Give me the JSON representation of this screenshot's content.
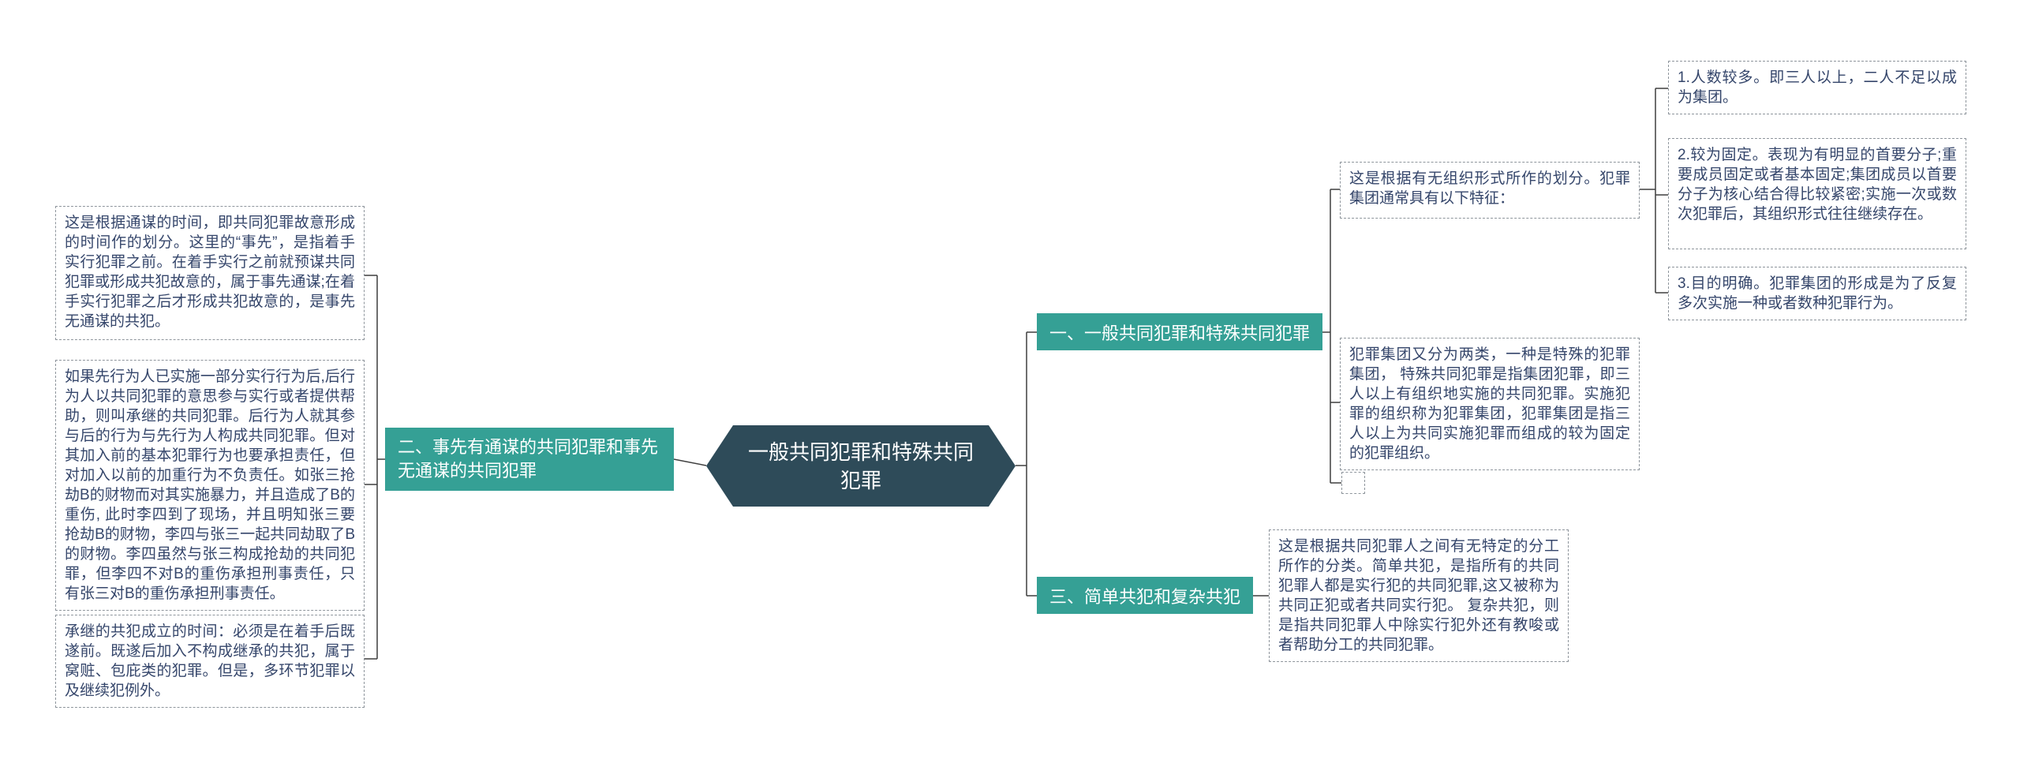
{
  "palette": {
    "branch_teal": "#35a095",
    "central_dark": "#2e4b59",
    "note_text": "#35466b",
    "note_border": "#8e959c",
    "connector_line": "#3f3f3f",
    "background": "#ffffff"
  },
  "central": {
    "title": "一般共同犯罪和特殊共同犯罪"
  },
  "branches": {
    "two": {
      "label": "二、事先有通谋的共同犯罪和事先无通谋的共同犯罪",
      "notes": [
        "这是根据通谋的时间，即共同犯罪故意形成的时间作的划分。这里的“事先”，是指着手实行犯罪之前。在着手实行之前就预谋共同犯罪或形成共犯故意的，属于事先通谋;在着手实行犯罪之后才形成共犯故意的，是事先无通谋的共犯。",
        "如果先行为人已实施一部分实行行为后,后行为人以共同犯罪的意思参与实行或者提供帮助，则叫承继的共同犯罪。后行为人就其参与后的行为与先行为人构成共同犯罪。但对其加入前的基本犯罪行为也要承担责任，但对加入以前的加重行为不负责任。如张三抢劫B的财物而对其实施暴力，并且造成了B的重伤, 此时李四到了现场，并且明知张三要抢劫B的财物，李四与张三一起共同劫取了B的财物。李四虽然与张三构成抢劫的共同犯罪，但李四不对B的重伤承担刑事责任，只有张三对B的重伤承担刑事责任。",
        "承继的共犯成立的时间：必须是在着手后既遂前。既遂后加入不构成继承的共犯，属于窝赃、包庇类的犯罪。但是，多环节犯罪以及继续犯例外。"
      ]
    },
    "one": {
      "label": "一、一般共同犯罪和特殊共同犯罪",
      "division_note": "这是根据有无组织形式所作的划分。犯罪集团通常具有以下特征：",
      "features": [
        "1.人数较多。即三人以上，二人不足以成为集团。",
        "2.较为固定。表现为有明显的首要分子;重要成员固定或者基本固定;集团成员以首要分子为核心结合得比较紧密;实施一次或数次犯罪后，其组织形式往往继续存在。",
        "3.目的明确。犯罪集团的形成是为了反复多次实施一种或者数种犯罪行为。"
      ],
      "group_note": "犯罪集团又分为两类，一种是特殊的犯罪集团， 特殊共同犯罪是指集团犯罪，即三人以上有组织地实施的共同犯罪。实施犯罪的组织称为犯罪集团，犯罪集团是指三人以上为共同实施犯罪而组成的较为固定的犯罪组织。"
    },
    "three": {
      "label": "三、简单共犯和复杂共犯",
      "note": "这是根据共同犯罪人之间有无特定的分工所作的分类。简单共犯，是指所有的共同犯罪人都是实行犯的共同犯罪,这又被称为共同正犯或者共同实行犯。 复杂共犯，则是指共同犯罪人中除实行犯外还有教唆或者帮助分工的共同犯罪。"
    }
  }
}
